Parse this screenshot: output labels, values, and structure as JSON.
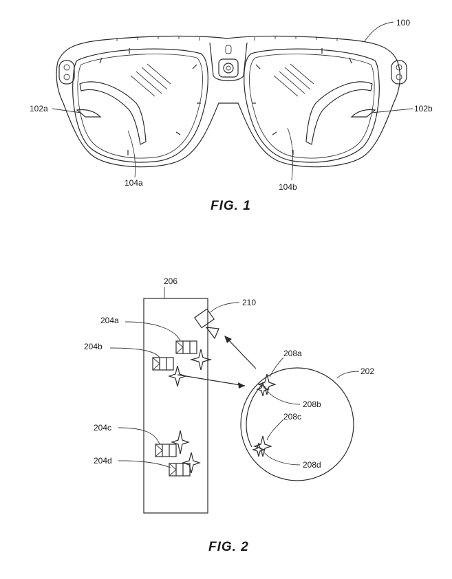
{
  "figure1": {
    "caption": "FIG. 1",
    "labels": {
      "glasses": "100",
      "lens_left": "102a",
      "lens_right": "102b",
      "guide_left": "104a",
      "guide_right": "104b"
    }
  },
  "figure2": {
    "caption": "FIG. 2",
    "labels": {
      "eye": "202",
      "emitter_a": "204a",
      "emitter_b": "204b",
      "emitter_c": "204c",
      "emitter_d": "204d",
      "lens_block": "206",
      "glint_a": "208a",
      "glint_b": "208b",
      "glint_c": "208c",
      "glint_d": "208d",
      "camera": "210"
    }
  },
  "colors": {
    "ink": "#1a1a1a",
    "paper": "#ffffff"
  }
}
